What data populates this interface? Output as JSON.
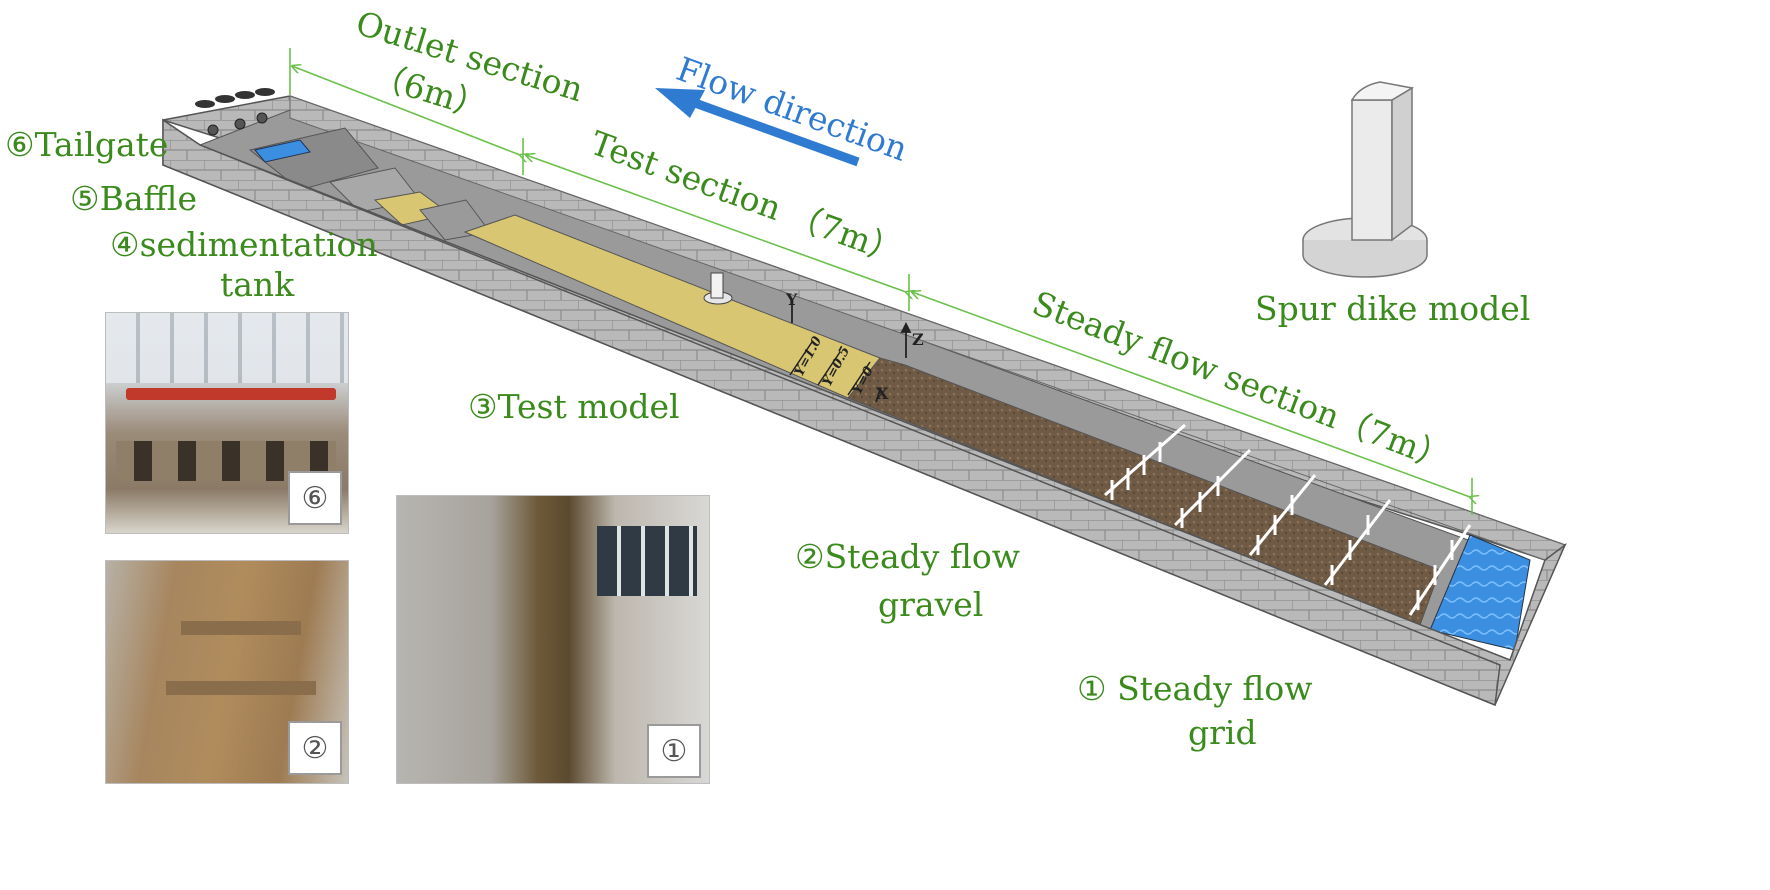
{
  "labels": {
    "outlet_section": "Outlet section",
    "outlet_length": "（6m）",
    "flow_direction": "Flow direction",
    "test_section": "Test section （7m）",
    "steady_flow_section": "Steady flow section（7m）",
    "spur_dike_model": "Spur dike model",
    "tailgate": "⑥Tailgate",
    "baffle": "⑤Baffle",
    "sedimentation_tank_1": "④sedimentation",
    "sedimentation_tank_2": "tank",
    "test_model": "③Test model",
    "steady_flow_gravel_1": "②Steady flow",
    "steady_flow_gravel_2": "gravel",
    "steady_flow_grid_1": "① Steady flow",
    "steady_flow_grid_2": "grid"
  },
  "axes": {
    "y": "Y",
    "z": "Z",
    "x": "X"
  },
  "cross_sections": [
    "Y=1.0",
    "Y=0.5",
    "Y=0"
  ],
  "photos": [
    {
      "badge": "⑥"
    },
    {
      "badge": "②"
    },
    {
      "badge": "①"
    }
  ],
  "colors": {
    "label_green": "#3a8a1c",
    "flow_blue": "#2f7bd1",
    "flume_wall": "#b9b9b9",
    "test_bed": "#d8c672",
    "gravel": "#6f5a45",
    "water": "#3c8fe0"
  }
}
